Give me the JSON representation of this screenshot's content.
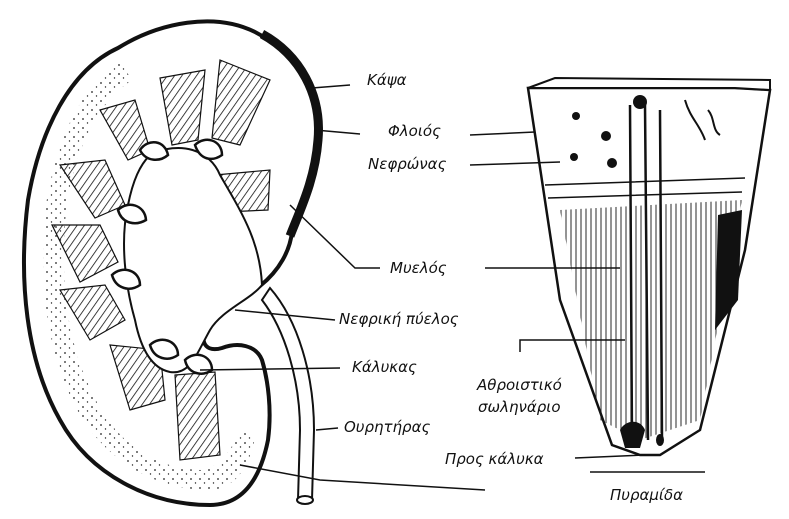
{
  "labels": {
    "kapsa": "Κάψα",
    "floios": "Φλοιός",
    "nefronas": "Νεφρώνας",
    "myelos": "Μυελός",
    "nefriki_pyelos": "Νεφρική πύελος",
    "kalykas": "Κάλυκας",
    "ourithiras": "Ουρητήρας",
    "athroistiko_1": "Αθροιστικό",
    "athroistiko_2": "σωληνάριο",
    "pros_kalyka": "Προς κάλυκα",
    "pyramida": "Πυραμίδα"
  },
  "colors": {
    "ink": "#111111",
    "background": "#ffffff"
  }
}
